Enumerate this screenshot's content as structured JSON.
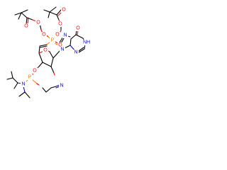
{
  "structure": {
    "atoms": [
      {
        "id": "o1",
        "label": "O",
        "element": "O"
      },
      {
        "id": "o2",
        "label": "O",
        "element": "O"
      },
      {
        "id": "o3",
        "label": "O",
        "element": "O"
      },
      {
        "id": "o4",
        "label": "O",
        "element": "O"
      },
      {
        "id": "o5",
        "label": "O",
        "element": "O"
      },
      {
        "id": "o6",
        "label": "O",
        "element": "O"
      },
      {
        "id": "o7",
        "label": "O",
        "element": "O"
      },
      {
        "id": "o8",
        "label": "O",
        "element": "O"
      },
      {
        "id": "o9",
        "label": "O",
        "element": "O"
      },
      {
        "id": "o10",
        "label": "O",
        "element": "O"
      },
      {
        "id": "p1",
        "label": "P",
        "element": "P"
      },
      {
        "id": "p2",
        "label": "P",
        "element": "P"
      },
      {
        "id": "n1",
        "label": "N",
        "element": "N"
      },
      {
        "id": "n2",
        "label": "N",
        "element": "N"
      },
      {
        "id": "nh",
        "label": "NH",
        "element": "N"
      },
      {
        "id": "n4",
        "label": "N",
        "element": "N"
      },
      {
        "id": "n5",
        "label": "N",
        "element": "N"
      },
      {
        "id": "n6",
        "label": "N",
        "element": "N"
      }
    ]
  }
}
